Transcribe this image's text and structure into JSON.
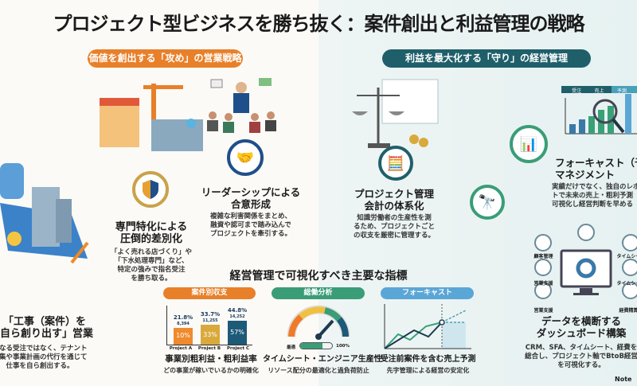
{
  "title": "プロジェクト型ビジネスを勝ち抜く：案件創出と利益管理の戦略",
  "left_section": {
    "label": "価値を創出する「攻め」の営業戦略",
    "color": "#e8802a",
    "items": [
      {
        "title": "「工事（案件）を\n自ら創り出す」営業",
        "desc": "単なる受注ではなく、テナント\n募集や事業計画の代行を通じて\n仕事を自ら創出する。",
        "icon": "blueprint-building-icon"
      },
      {
        "title": "専門特化による\n圧倒的差別化",
        "desc": "「よく売れる店づくり」や\n「下水処理専門」など、\n特定の強みで指名受注\nを勝ち取る。",
        "icon": "shield-icon"
      },
      {
        "title": "リーダーシップによる\n合意形成",
        "desc": "複雑な利害関係をまとめ、\n融資や認可まで踏み込んで\nプロジェクトを牽引する。",
        "icon": "handshake-icon"
      }
    ]
  },
  "right_section": {
    "label": "利益を最大化する「守り」の経営管理",
    "color": "#1f5f6a",
    "items": [
      {
        "title": "プロジェクト管理\n会計の体系化",
        "desc": "知識労働者の生産性を測\nるため、プロジェクトごと\nの収支を厳密に管理する。",
        "icon": "calculator-icon"
      },
      {
        "title": "フォーキャスト（予測\nマネジメント",
        "desc": "実績だけでなく、独自のレポ\nトで未来の売上・粗利予測\n可視化し経営判断を早める",
        "icon": "growth-chart-icon",
        "stages": [
          "受注",
          "売上",
          "予測"
        ]
      },
      {
        "title": "データを横断する\nダッシュボード構築",
        "desc": "CRM、SFA、タイムシート、経費を\n総合し、プロジェクト軸でBtoB経営\nを可視化する。",
        "icon": "dashboard-monitor-icon",
        "nodes": [
          "顧客管理",
          "タイムシー",
          "営業支援",
          "タイムシー",
          "営業支援",
          "経費精算"
        ]
      }
    ]
  },
  "metrics": {
    "heading": "経営管理で可視化すべき主要な指標",
    "cards": [
      {
        "label": "案件別収支",
        "color": "#e8802a",
        "title": "事業別粗利益・粗利益率",
        "desc": "どの事業が稼いでいるかの明確化",
        "chart_data": {
          "type": "bar",
          "categories": [
            "Project A",
            "Project B",
            "Project C"
          ],
          "rates": [
            "21.8%",
            "33.7%",
            "44.8%"
          ],
          "amounts": [
            "8,394",
            "11,255",
            "14,252"
          ],
          "inner": [
            "10%",
            "33%",
            "57%"
          ],
          "values": [
            8394,
            11255,
            14252
          ],
          "colors": [
            "#ef8a2e",
            "#d9a93c",
            "#1c5a78"
          ]
        }
      },
      {
        "label": "総働分析",
        "color": "#3a9d78",
        "title": "タイムシート・エンジニア生産性",
        "desc": "リソース配分の最適化と過負荷防止",
        "gauge_low": "最適",
        "gauge_high": "100%",
        "fill": 0.7
      },
      {
        "label": "フォーキャスト",
        "color": "#5aa6d6",
        "title": "受注前案件を含む売上予測",
        "desc": "先字管理による経営の安定化"
      }
    ]
  },
  "watermark": "Note"
}
